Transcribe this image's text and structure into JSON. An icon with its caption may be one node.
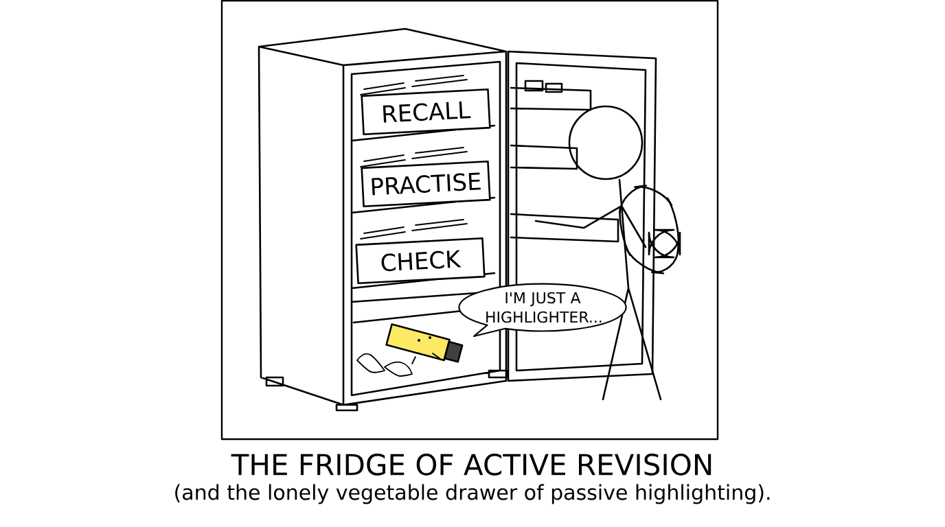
{
  "diagram": {
    "title": "THE FRIDGE OF ACTIVE REVISION",
    "caption": "(and the lonely vegetable drawer of passive highlighting).",
    "nodes": [
      {
        "text": [
          "RECALL"
        ]
      },
      {
        "text": [
          "PRACTISE"
        ]
      },
      {
        "text": [
          "CHECK"
        ]
      },
      {
        "text": [
          "I'M JUST A HIGHLIGHTER..."
        ]
      }
    ]
  }
}
